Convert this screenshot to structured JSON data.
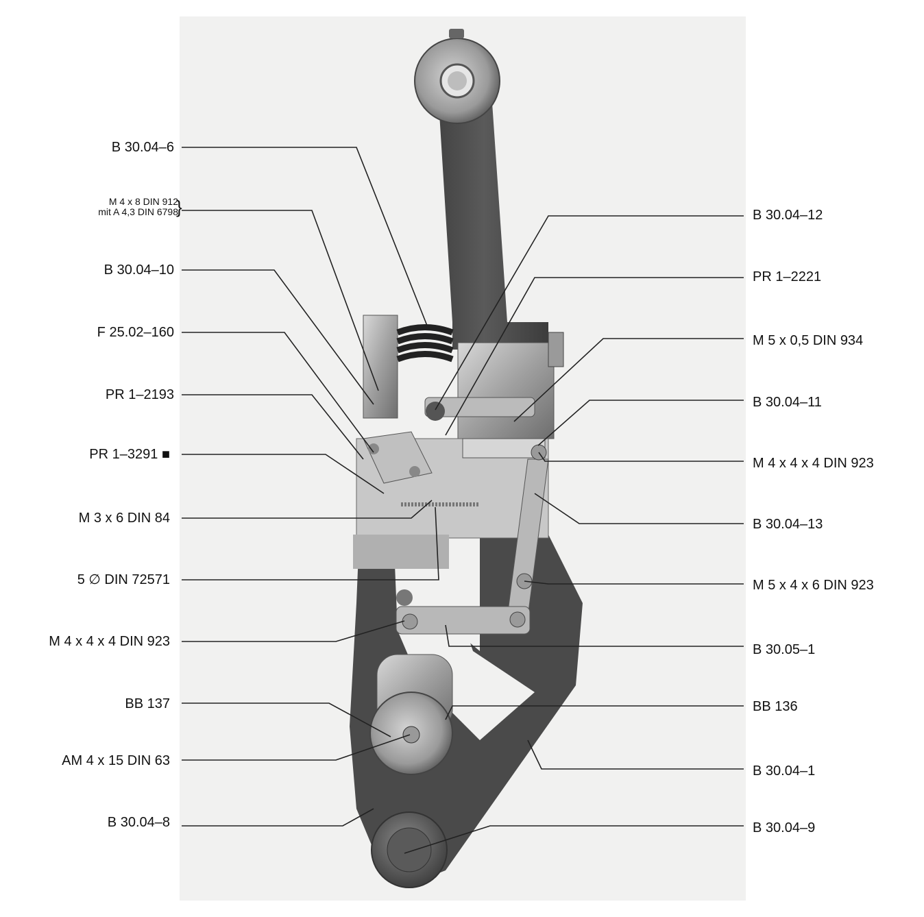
{
  "labels_left": [
    {
      "id": "b-30-04-6",
      "text": "B 30.04–6"
    },
    {
      "id": "m4x8",
      "text": "M 4 x 8 DIN 912",
      "text2": "mit A 4,3 DIN 6798"
    },
    {
      "id": "b-30-04-10",
      "text": "B 30.04–10"
    },
    {
      "id": "f-25-02-160",
      "text": "F 25.02–160"
    },
    {
      "id": "pr-1-2193",
      "text": "PR 1–2193"
    },
    {
      "id": "pr-1-3291",
      "text": "PR 1–3291 ■"
    },
    {
      "id": "m3x6",
      "text": "M 3 x 6 DIN 84"
    },
    {
      "id": "din72571",
      "text": "5 ∅ DIN 72571"
    },
    {
      "id": "m4x4x4-left",
      "text": "M 4 x 4 x 4 DIN 923"
    },
    {
      "id": "bb-137",
      "text": "BB 137"
    },
    {
      "id": "am4x15",
      "text": "AM 4 x 15 DIN 63"
    },
    {
      "id": "b-30-04-8",
      "text": "B 30.04–8"
    }
  ],
  "labels_right": [
    {
      "id": "b-30-04-12",
      "text": "B 30.04–12"
    },
    {
      "id": "pr-1-2221",
      "text": "PR 1–2221"
    },
    {
      "id": "m5x05",
      "text": "M 5 x 0,5 DIN 934"
    },
    {
      "id": "b-30-04-11",
      "text": "B 30.04–11"
    },
    {
      "id": "m4x4x4-right",
      "text": "M 4 x 4 x 4 DIN 923"
    },
    {
      "id": "b-30-04-13",
      "text": "B 30.04–13"
    },
    {
      "id": "m5x4x6",
      "text": "M 5 x 4 x 6 DIN 923"
    },
    {
      "id": "b-30-05-1",
      "text": "B 30.05–1"
    },
    {
      "id": "bb-136",
      "text": "BB 136"
    },
    {
      "id": "b-30-04-1",
      "text": "B 30.04–1"
    },
    {
      "id": "b-30-04-9",
      "text": "B 30.04–9"
    }
  ]
}
